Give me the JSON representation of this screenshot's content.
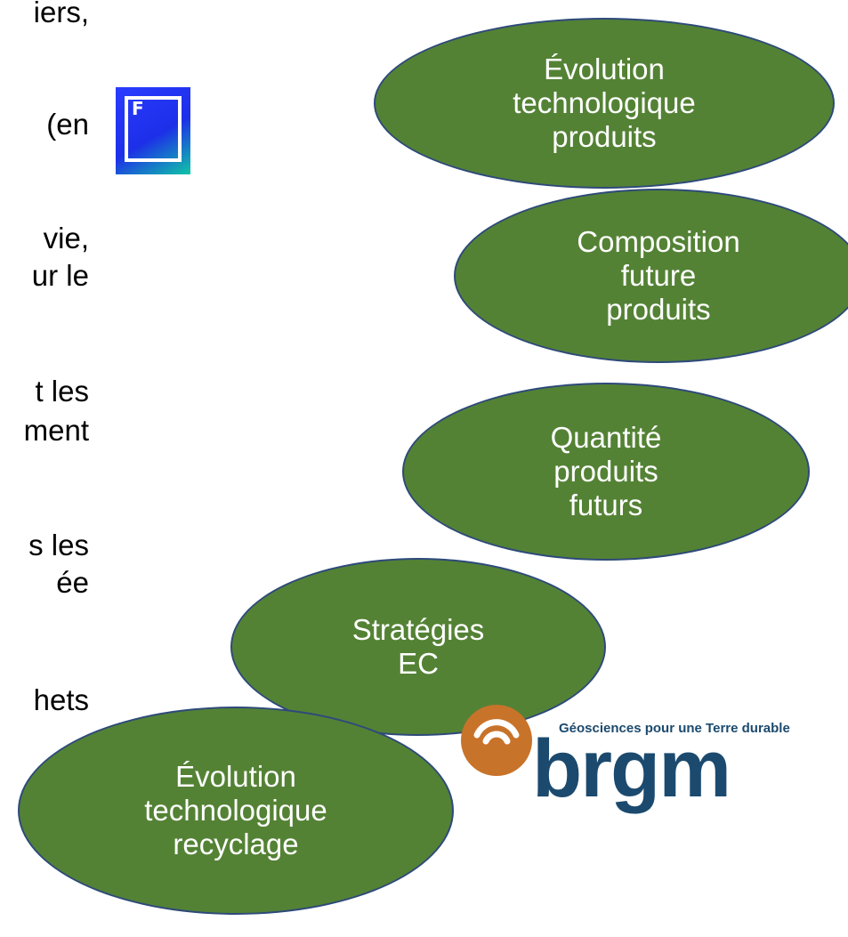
{
  "left_text": {
    "lines": [
      "iers,",
      "(en",
      "vie,",
      "ur le",
      "t les",
      "ment",
      "s les",
      "ée",
      "hets"
    ]
  },
  "ellipses": [
    {
      "label": "Évolution\ntechnologique\nproduits"
    },
    {
      "label": "Composition\nfuture\nproduits"
    },
    {
      "label": "Quantité\nproduits\nfuturs"
    },
    {
      "label": "Stratégies\nEC"
    },
    {
      "label": "Évolution\ntechnologique\nrecyclage"
    }
  ],
  "icon": {
    "name": "f-app-icon",
    "letter": "F"
  },
  "logo": {
    "wordmark": "brgm",
    "tagline": "Géosciences pour une Terre durable"
  },
  "colors": {
    "ellipse_fill": "#548235",
    "ellipse_border": "#2e4a7a",
    "logo_orange": "#c8732a",
    "logo_blue": "#1c4a6e"
  }
}
